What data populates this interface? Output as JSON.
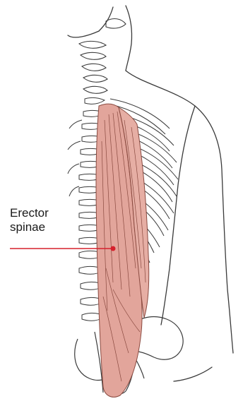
{
  "annotation": {
    "line1": "Erector",
    "line2": "spinae"
  },
  "colors": {
    "line_art": "#3a3a3a",
    "muscle_fill": "#e2a59b",
    "muscle_fiber": "#8a4a40",
    "leader_line": "#d6202c",
    "leader_dot": "#d6202c"
  },
  "icons": {
    "figure": "back-anatomy-illustration"
  }
}
